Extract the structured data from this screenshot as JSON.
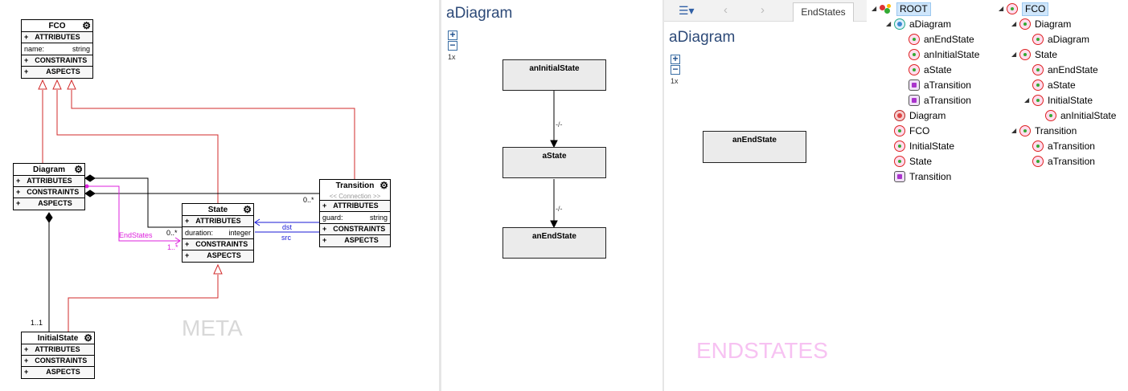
{
  "meta": {
    "watermark": "META",
    "fco": {
      "title": "FCO",
      "attributes_label": "ATTRIBUTES",
      "attr_name": "name:",
      "attr_type": "string",
      "constraints_label": "CONSTRAINTS",
      "aspects_label": "ASPECTS"
    },
    "diagram": {
      "title": "Diagram",
      "attributes_label": "ATTRIBUTES",
      "constraints_label": "CONSTRAINTS",
      "aspects_label": "ASPECTS"
    },
    "state": {
      "title": "State",
      "attributes_label": "ATTRIBUTES",
      "attr_name": "duration:",
      "attr_type": "integer",
      "constraints_label": "CONSTRAINTS",
      "aspects_label": "ASPECTS"
    },
    "transition": {
      "title": "Transition",
      "stereotype": "<< Connection >>",
      "attributes_label": "ATTRIBUTES",
      "attr_name": "guard:",
      "attr_type": "string",
      "constraints_label": "CONSTRAINTS",
      "aspects_label": "ASPECTS"
    },
    "initialstate": {
      "title": "InitialState",
      "attributes_label": "ATTRIBUTES",
      "constraints_label": "CONSTRAINTS",
      "aspects_label": "ASPECTS"
    },
    "plus": "+",
    "labels": {
      "endstates": "EndStates",
      "mult_transition": "0..*",
      "mult_state": "0..*",
      "mult_endstates": "1..*",
      "mult_initial": "1..1",
      "dst": "dst",
      "src": "src"
    },
    "colors": {
      "inheritance": "#d22b2b",
      "containment": "#000000",
      "pointer": "#dd22dd",
      "connection": "#1a1ad6",
      "watermark_meta": "#d8d8d8",
      "watermark_endstates": "#f7c2f2"
    }
  },
  "diagram_view": {
    "title": "aDiagram",
    "zoom_in": "+",
    "zoom_out": "−",
    "zoom_label": "1x",
    "nodes": {
      "initial": "anInitialState",
      "state": "aState",
      "end": "anEndState"
    },
    "edge_label_1": "-/-",
    "edge_label_2": "-/-"
  },
  "endstates_view": {
    "tab_label": "EndStates",
    "title": "aDiagram",
    "zoom_in": "+",
    "zoom_out": "−",
    "zoom_label": "1x",
    "node": "anEndState",
    "watermark": "ENDSTATES",
    "icons": {
      "menu": "list-menu-icon",
      "back": "chevron-left-icon",
      "forward": "chevron-right-icon"
    }
  },
  "tree_left": [
    {
      "label": "ROOT",
      "icon": "root",
      "selected": true,
      "toggle": "◢",
      "level": 0
    },
    {
      "label": "aDiagram",
      "icon": "diagicon",
      "toggle": "◢",
      "level": 1
    },
    {
      "label": "anEndState",
      "icon": "model",
      "level": 2
    },
    {
      "label": "anInitialState",
      "icon": "model",
      "level": 2
    },
    {
      "label": "aState",
      "icon": "model",
      "level": 2
    },
    {
      "label": "aTransition",
      "icon": "conn",
      "level": 2
    },
    {
      "label": "aTransition",
      "icon": "conn",
      "level": 2
    },
    {
      "label": "Diagram",
      "icon": "metaicon",
      "level": 1
    },
    {
      "label": "FCO",
      "icon": "model",
      "level": 1
    },
    {
      "label": "InitialState",
      "icon": "model",
      "level": 1
    },
    {
      "label": "State",
      "icon": "model",
      "level": 1
    },
    {
      "label": "Transition",
      "icon": "conn",
      "level": 1
    }
  ],
  "tree_right": [
    {
      "label": "FCO",
      "icon": "model",
      "selected": true,
      "toggle": "◢",
      "level": 0
    },
    {
      "label": "Diagram",
      "icon": "model",
      "toggle": "◢",
      "level": 1
    },
    {
      "label": "aDiagram",
      "icon": "model",
      "level": 2
    },
    {
      "label": "State",
      "icon": "model",
      "toggle": "◢",
      "level": 1
    },
    {
      "label": "anEndState",
      "icon": "model",
      "level": 2
    },
    {
      "label": "aState",
      "icon": "model",
      "level": 2
    },
    {
      "label": "InitialState",
      "icon": "model",
      "toggle": "◢",
      "level": 2
    },
    {
      "label": "anInitialState",
      "icon": "model",
      "level": 3
    },
    {
      "label": "Transition",
      "icon": "model",
      "toggle": "◢",
      "level": 1
    },
    {
      "label": "aTransition",
      "icon": "model",
      "level": 2
    },
    {
      "label": "aTransition",
      "icon": "model",
      "level": 2
    }
  ]
}
